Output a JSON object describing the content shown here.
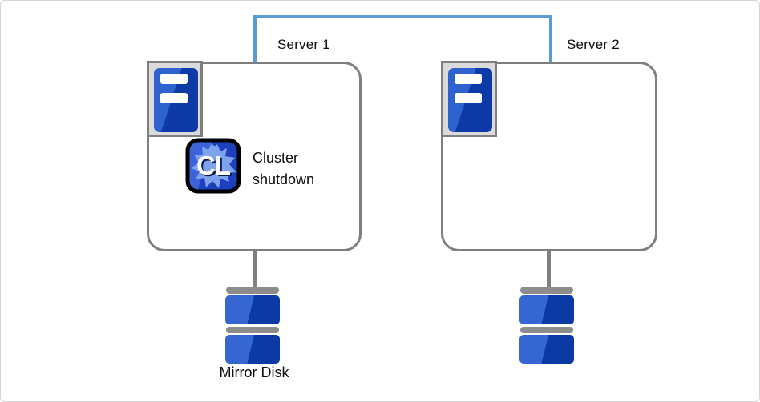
{
  "diagram": {
    "interconnect": {
      "description": "network link between servers",
      "color": "#5B9BD5"
    },
    "servers": [
      {
        "label": "Server 1"
      },
      {
        "label": "Server 2"
      }
    ],
    "action": {
      "icon_letters": "CL",
      "label": "Cluster\nshutdown"
    },
    "disks": {
      "label": "Mirror Disk"
    },
    "colors": {
      "box_border_gray": "#7F7F7F",
      "link_blue": "#5B9BD5",
      "server_blue_light": "#2E62CE",
      "server_blue_dark": "#0D3AA6",
      "disk_blue_light": "#3566D1",
      "disk_blue_dark": "#0B3AA5",
      "hardware_gray": "#8C8C8C",
      "icon_plate_gray": "#DBDBDB",
      "cl_icon_splat": "#7FA2EC"
    }
  }
}
